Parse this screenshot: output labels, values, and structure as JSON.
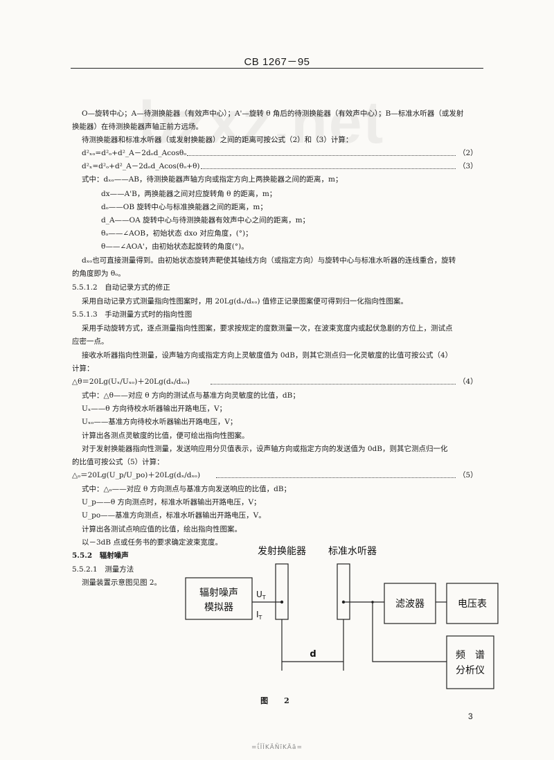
{
  "header": {
    "title": "CB 1267－95",
    "watermark": "bzxz.net"
  },
  "legend": {
    "line1": "O—旋转中心；A—待测换能器（有效声中心）；A'—旋转 θ 角后的待测换能器（有效声中心）；B—标准水听器（或发射",
    "line2": "换能器）在待测换能器声轴正前方远场。"
  },
  "intro": "待测换能器和标准水听器（或发射换能器）之间的距离可按公式（2）和（3）计算：",
  "eq2": {
    "formula": "d²ₓₒ=d²ₒ+d²_A－2dₒd_Acosθₒ",
    "num": "（2）"
  },
  "eq3": {
    "formula": "d²ₓ=d²ₒ+d²_A－2dₒd_Acos(θₒ+θ)",
    "num": "（3）"
  },
  "where1": {
    "l1": "式中：dₓₒ——AB，待测换能器声轴方向或指定方向上两换能器之间的距离，m；",
    "l2": "dx——A'B，两换能器之间对应旋转角 θ 的距离，m；",
    "l3": "dₒ——OB 旋转中心与标准换能器之间的距离，m；",
    "l4": "d_A——OA 旋转中心与待测换能器有效声中心之间的距离，m；",
    "l5": "θₒ——∠AOB，初始状态 dxo 对应角度，(°)；",
    "l6": "θ——∠AOA'，由初始状态起旋转的角度(°)。"
  },
  "note1": {
    "l1": "dₓₒ也可直接测量得到。由初始状态旋转声靶使其轴线方向（或指定方向）与旋转中心与标准水听器的连线重合，旋转",
    "l2": "的角度即为 θₒ。"
  },
  "s5512": {
    "title": "5.5.1.2　自动记录方式的修正",
    "body": "采用自动记录方式测量指向性图案时，用 20Lg(dₓ/dₓₒ) 值修正记录图案便可得到归一化指向性图案。"
  },
  "s5513": {
    "title": "5.5.1.3　手动测量方式时的指向性图",
    "l1": "采用手动旋转方式，逐点测量指向性图案，要求按规定的度数测量一次，在波束宽度内或起伏急剧的方位上，测试点",
    "l2": "应密一点。",
    "l3": "接收水听器指向性测量，设声轴方向或指定方向上灵敏度值为 0dB，则其它测点归一化灵敏度的比值可按公式（4）",
    "l4": "计算："
  },
  "eq4": {
    "formula": "△θ＝20Lg(Uₓ/Uₓₒ)＋20Lg(dₓ/dₓₒ)",
    "num": "（4）"
  },
  "where2": {
    "l1": "式中：△θ——对应 θ 方向的测试点与基准方向灵敏度的比值，dB；",
    "l2": "Uₓ——θ 方向待校水听器输出开路电压，V；",
    "l3": "Uₓₒ——基准方向待校水听器输出开路电压，V；",
    "l4": "计算出各测点灵敏度的比值，便可绘出指向性图案。",
    "l5": "对于发射换能器指向性测量，发送响应用分贝值表示，设声轴方向或指定方向的发送值为 0dB，则其它测点归一化",
    "l6": "的比值可按公式（5）计算："
  },
  "eq5": {
    "formula": "△ₒ＝20Lg(U_p/U_po)＋20Lg(dₓ/dₓₒ)",
    "num": "（5）"
  },
  "where3": {
    "l1": "式中：△ₒ——对应 θ 方向测点与基准方向发送响应的比值，dB；",
    "l2": "U_p——θ 方向测点时，标准水听器输出开路电压，V；",
    "l3": "U_po——基准方向测点，标准水听器输出开路电压，V。",
    "l4": "计算出各测试点响应值的比值，绘出指向性图案。",
    "l5": "以－3dB 点或任务书的要求确定波束宽度。"
  },
  "s552": {
    "title": "5.5.2　辐射噪声"
  },
  "s5521": {
    "title": "5.5.2.1　测量方法",
    "body": "测量装置示意图见图 2。"
  },
  "figure": {
    "label_transmitter": "发射换能器",
    "label_hydrophone": "标准水听器",
    "box_simulator_l1": "辐射噪声",
    "box_simulator_l2": "模拟器",
    "ut": "U",
    "ut_sub": "T",
    "it": "I",
    "it_sub": "T",
    "box_filter": "滤波器",
    "box_voltmeter": "电压表",
    "box_spectrum_l1": "频　谱",
    "box_spectrum_l2": "分析仪",
    "distance": "d",
    "caption": "图　2"
  },
  "page_number": "3",
  "footer": "=ΐĬĬKÄÑĭKÄã="
}
